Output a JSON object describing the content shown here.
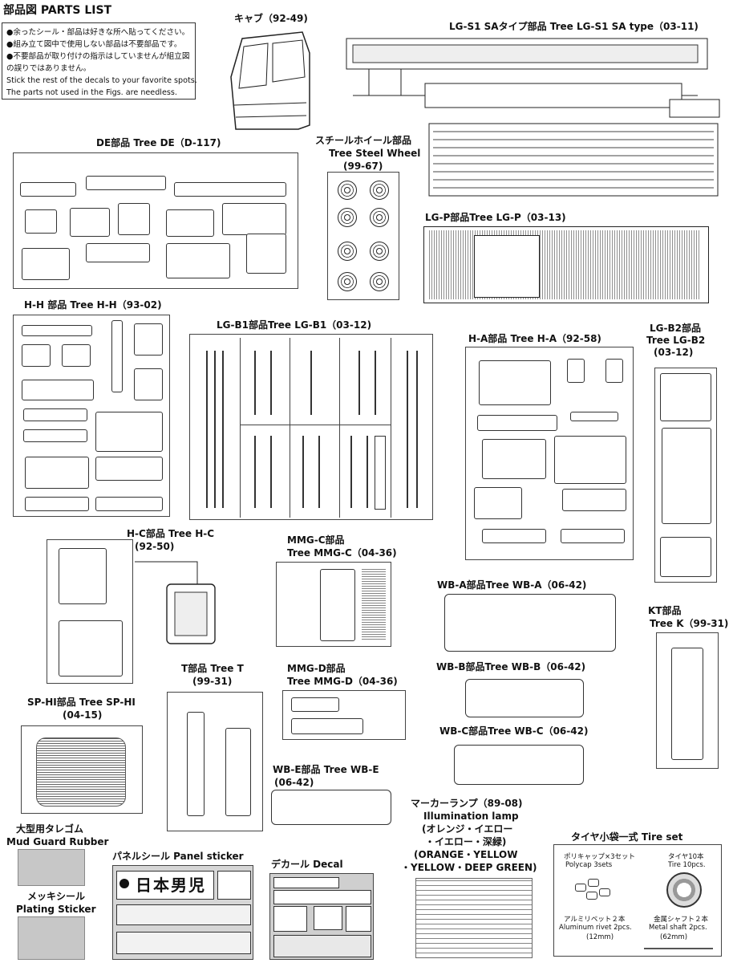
{
  "header": {
    "title": "部品図 PARTS LIST"
  },
  "notes": [
    "●余ったシール・部品は好きな所へ貼ってください。",
    "●組み立て図中で使用しない部品は不要部品です。",
    "●不要部品が取り付けの指示はしていませんが組立図",
    "の誤りではありません。",
    "Stick the rest of the decals to your favorite spots.",
    "The parts not used in the Figs. are needless."
  ],
  "cab": {
    "label": "キャブ（92-49)"
  },
  "lg_s1": {
    "label": "LG-S1 SAタイプ部品 Tree LG-S1 SA type（03-11)"
  },
  "de": {
    "label": "DE部品 Tree DE（D-117)"
  },
  "steel_wheel": {
    "line1": "スチールホイール部品",
    "line2": "Tree Steel Wheel",
    "line3": "(99-67)"
  },
  "lg_p": {
    "label": "LG-P部品Tree LG-P（03-13)"
  },
  "hh": {
    "label": "H-H 部品 Tree H-H（93-02)"
  },
  "lg_b1": {
    "label": "LG-B1部品Tree LG-B1（03-12)"
  },
  "ha": {
    "label": "H-A部品 Tree H-A（92-58)"
  },
  "lg_b2": {
    "line1": "LG-B2部品",
    "line2": "Tree LG-B2",
    "line3": "(03-12)"
  },
  "hc": {
    "line1": "H-C部品 Tree H-C",
    "line2": "(92-50)"
  },
  "mmgc": {
    "line1": "MMG-C部品",
    "line2": "Tree MMG-C（04-36)"
  },
  "wba": {
    "label": "WB-A部品Tree WB-A（06-42)"
  },
  "kt": {
    "line1": "KT部品",
    "line2": "Tree K（99-31)"
  },
  "t": {
    "line1": "T部品 Tree T",
    "line2": "(99-31)"
  },
  "mmgd": {
    "line1": "MMG-D部品",
    "line2": "Tree MMG-D（04-36)"
  },
  "wbb": {
    "label": "WB-B部品Tree WB-B（06-42)"
  },
  "sphi": {
    "line1": "SP-HI部品 Tree SP-HI",
    "line2": "(04-15)"
  },
  "wbc": {
    "label": "WB-C部品Tree WB-C（06-42)"
  },
  "wbe": {
    "line1": "WB-E部品 Tree WB-E",
    "line2": "(06-42)"
  },
  "marker": {
    "line1": "マーカーランプ（89-08)",
    "line2": "Illumination lamp",
    "line3": "(オレンジ・イエロー",
    "line4": "・イエロー・深緑)",
    "line5": "(ORANGE・YELLOW",
    "line6": "・YELLOW・DEEP GREEN)"
  },
  "tire_set": {
    "title": "タイヤ小袋一式 Tire set",
    "polycap_jp": "ポリキャップ×3セット",
    "polycap_en": "Polycap 3sets",
    "tire_jp": "タイヤ10本",
    "tire_en": "Tire 10pcs.",
    "rivet_jp": "アルミリベット２本",
    "rivet_en1": "Aluminum rivet 2pcs.",
    "rivet_en2": "(12mm)",
    "shaft_jp": "金属シャフト２本",
    "shaft_en1": "Metal shaft 2pcs.",
    "shaft_en2": "(62mm)"
  },
  "mudguard": {
    "line1": "大型用タレゴム",
    "line2": "Mud Guard Rubber"
  },
  "plating": {
    "line1": "メッキシール",
    "line2": "Plating Sticker"
  },
  "panel": {
    "label": "パネルシール Panel sticker",
    "text": "日本男児"
  },
  "decal": {
    "label": "デカール Decal"
  },
  "colors": {
    "line": "#333333",
    "gray": "#c7c7c7"
  }
}
